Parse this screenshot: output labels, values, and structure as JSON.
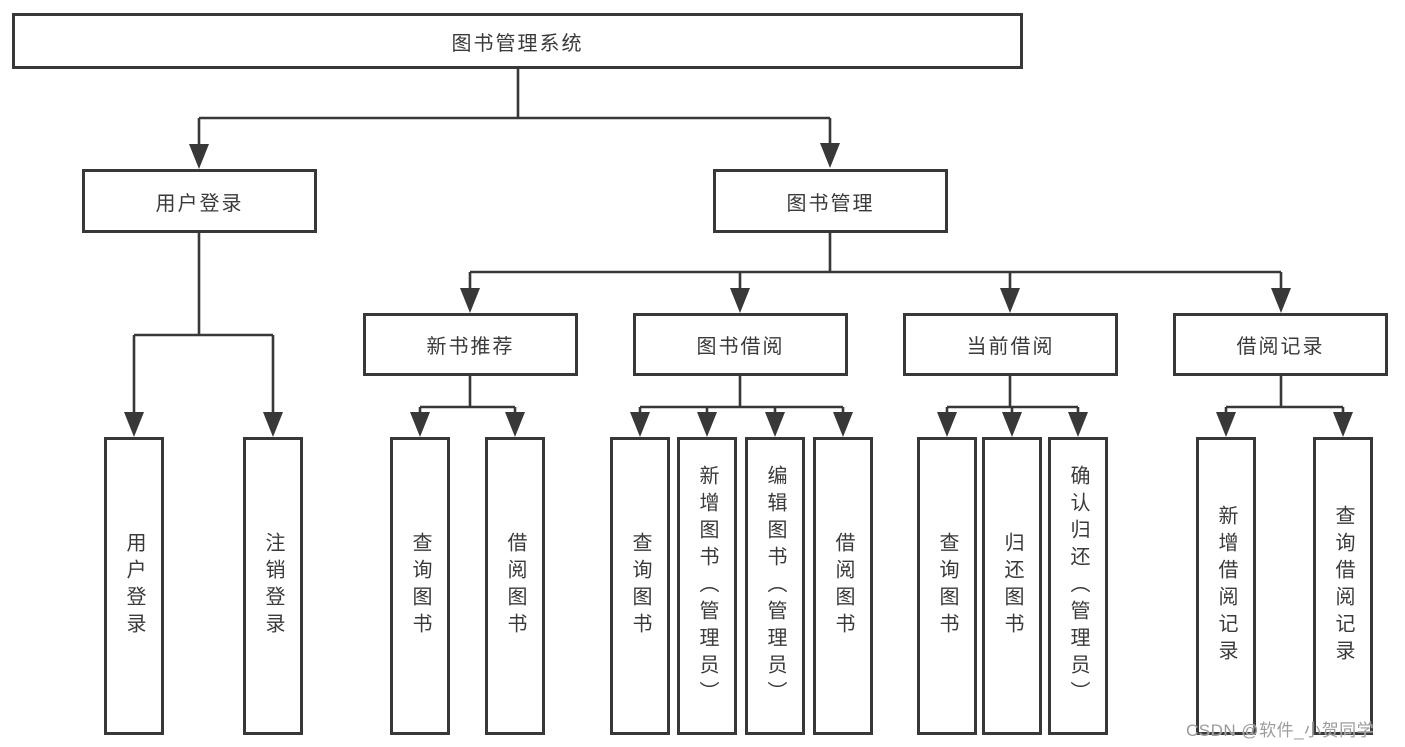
{
  "colors": {
    "background": "#ffffff",
    "box_border": "#383838",
    "line": "#383838",
    "text": "#3a3a3a",
    "watermark": "#9c9c9c"
  },
  "tree": {
    "root": {
      "label": "图书管理系统",
      "children": [
        {
          "label": "用户登录",
          "children": [
            {
              "label": "用户登录"
            },
            {
              "label": "注销登录"
            }
          ]
        },
        {
          "label": "图书管理",
          "children": [
            {
              "label": "新书推荐",
              "children": [
                {
                  "label": "查询图书"
                },
                {
                  "label": "借阅图书"
                }
              ]
            },
            {
              "label": "图书借阅",
              "children": [
                {
                  "label": "查询图书"
                },
                {
                  "label": "新增图书（管理员）"
                },
                {
                  "label": "编辑图书（管理员）"
                },
                {
                  "label": "借阅图书"
                }
              ]
            },
            {
              "label": "当前借阅",
              "children": [
                {
                  "label": "查询图书"
                },
                {
                  "label": "归还图书"
                },
                {
                  "label": "确认归还（管理员）"
                }
              ]
            },
            {
              "label": "借阅记录",
              "children": [
                {
                  "label": "新增借阅记录"
                },
                {
                  "label": "查询借阅记录"
                }
              ]
            }
          ]
        }
      ]
    }
  },
  "watermark": {
    "text": "CSDN @软件_小贺同学"
  }
}
